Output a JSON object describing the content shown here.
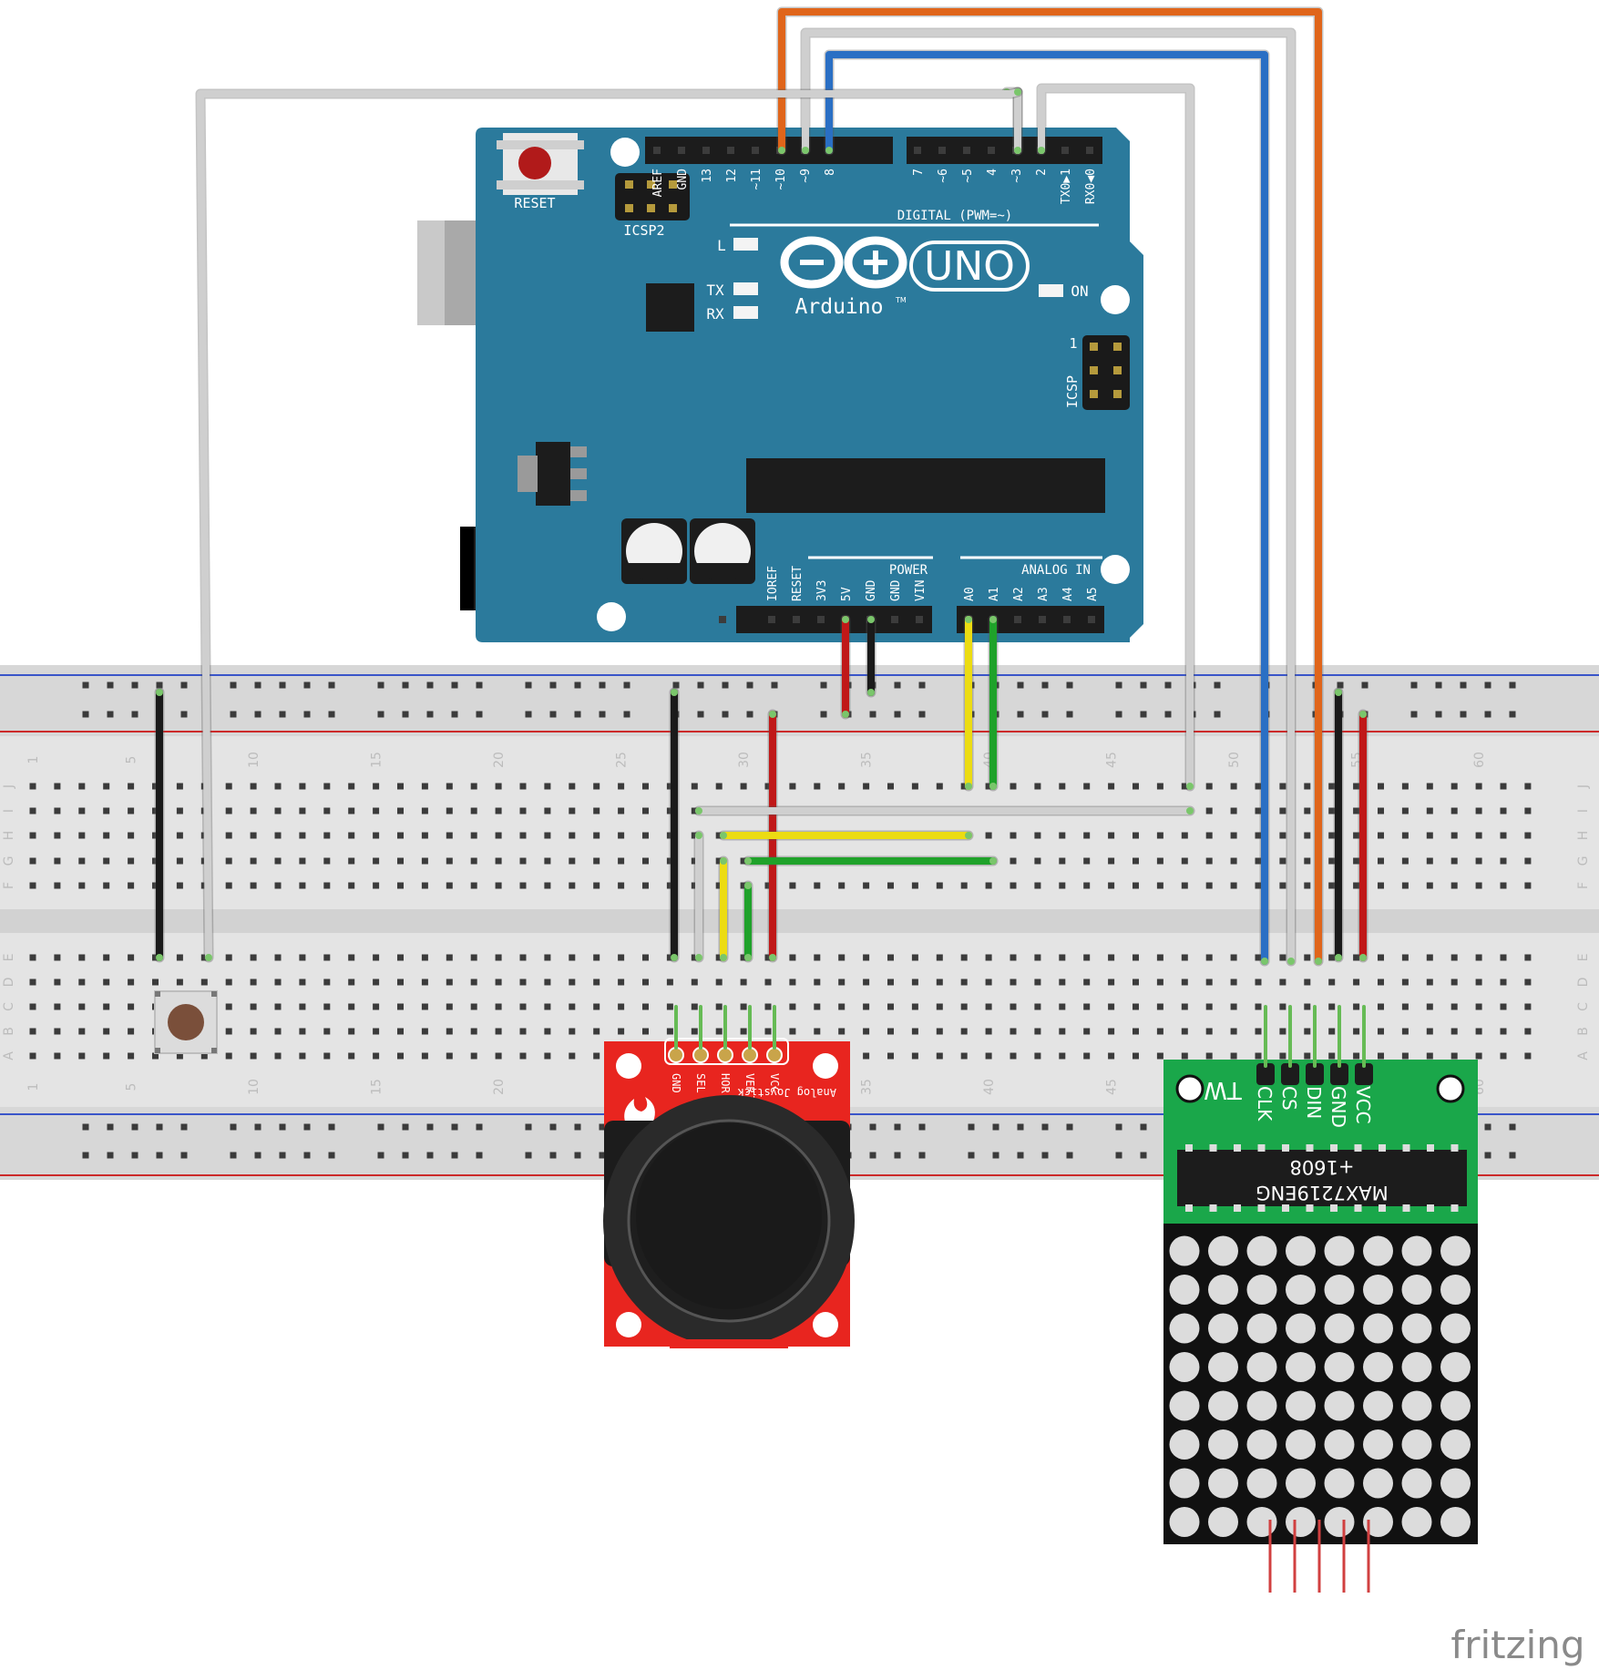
{
  "arduino": {
    "reset_label": "RESET",
    "icsp2_label": "ICSP2",
    "icsp_label": "ICSP",
    "icsp_pin1": "1",
    "digital_label": "DIGITAL (PWM=~)",
    "led_l": "L",
    "led_tx": "TX",
    "led_rx": "RX",
    "led_on": "ON",
    "brand": "Arduino",
    "tm": "TM",
    "model": "UNO",
    "power_label": "POWER",
    "analog_label": "ANALOG IN",
    "digital_pins_a": [
      "AREF",
      "GND",
      "13",
      "12",
      "~11",
      "~10",
      "~9",
      "8"
    ],
    "digital_pins_b": [
      "7",
      "~6",
      "~5",
      "4",
      "~3",
      "2",
      "TX0▶1",
      "RX0◀0"
    ],
    "power_pins": [
      "IOREF",
      "RESET",
      "3V3",
      "5V",
      "GND",
      "GND",
      "VIN"
    ],
    "analog_pins": [
      "A0",
      "A1",
      "A2",
      "A3",
      "A4",
      "A5"
    ]
  },
  "breadboard": {
    "column_numbers": [
      "1",
      "5",
      "10",
      "15",
      "20",
      "25",
      "30",
      "35",
      "40",
      "45",
      "50",
      "55",
      "60"
    ],
    "rows_top": [
      "J",
      "I",
      "H",
      "G",
      "F"
    ],
    "rows_bottom": [
      "E",
      "D",
      "C",
      "B",
      "A"
    ]
  },
  "joystick": {
    "pins": [
      "GND",
      "SEL",
      "HOR",
      "VER",
      "VCC"
    ],
    "title": "Analog Joystick"
  },
  "matrix": {
    "pins": [
      "CLK",
      "CS",
      "DIN",
      "GND",
      "VCC"
    ],
    "chip": "MAX7219ENG",
    "chip_code": "+1608",
    "maker": "TW"
  },
  "footer": {
    "brand": "fritzing"
  },
  "colors": {
    "board": "#2b7a9c",
    "breadboard": "#e6e6e6",
    "joystick_pcb": "#e8251f",
    "matrix_pcb": "#1aa74a",
    "wire_orange": "#e0651a",
    "wire_blue": "#2a6fc4",
    "wire_white": "#cfcfcf",
    "wire_red": "#c01818",
    "wire_black": "#1a1a1a",
    "wire_yellow": "#ecdc12",
    "wire_green": "#1fa22a"
  }
}
